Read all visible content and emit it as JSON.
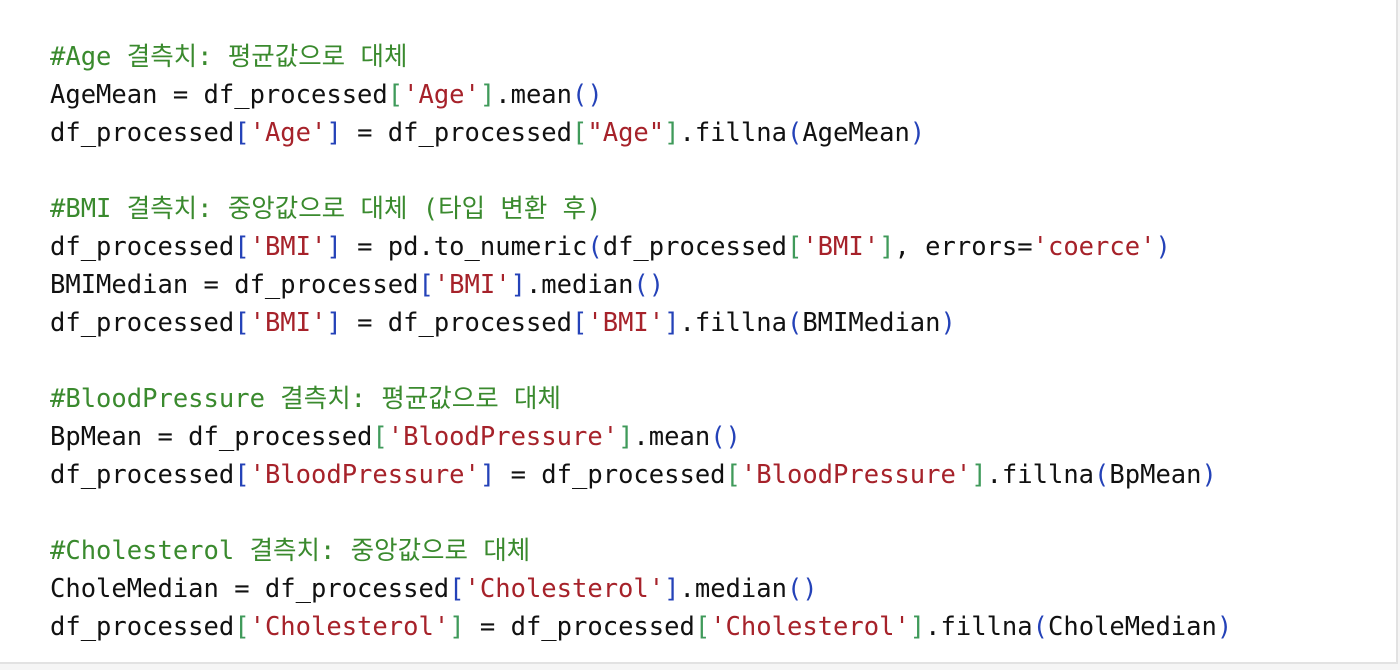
{
  "colors": {
    "comment": "#3a8a2e",
    "string": "#a6222a",
    "bracket": "#3f9a5a",
    "paren": "#2442b8",
    "text": "#111111",
    "background": "#ffffff"
  },
  "code": {
    "line_01": [
      {
        "t": "#Age 결측치: 평균값으로 대체",
        "c": "comment"
      }
    ],
    "line_02": [
      {
        "t": "AgeMean = df_processed",
        "c": ""
      },
      {
        "t": "[",
        "c": "gb"
      },
      {
        "t": "'Age'",
        "c": "str"
      },
      {
        "t": "]",
        "c": "gb"
      },
      {
        "t": ".mean",
        "c": ""
      },
      {
        "t": "()",
        "c": "bb"
      }
    ],
    "line_03": [
      {
        "t": "df_processed",
        "c": ""
      },
      {
        "t": "[",
        "c": "bb"
      },
      {
        "t": "'Age'",
        "c": "str"
      },
      {
        "t": "]",
        "c": "bb"
      },
      {
        "t": " = df_processed",
        "c": ""
      },
      {
        "t": "[",
        "c": "gb"
      },
      {
        "t": "\"Age\"",
        "c": "str"
      },
      {
        "t": "]",
        "c": "gb"
      },
      {
        "t": ".fillna",
        "c": ""
      },
      {
        "t": "(",
        "c": "bb"
      },
      {
        "t": "AgeMean",
        "c": ""
      },
      {
        "t": ")",
        "c": "bb"
      }
    ],
    "line_04": [],
    "line_05": [
      {
        "t": "#BMI 결측치: 중앙값으로 대체 (타입 변환 후)",
        "c": "comment"
      }
    ],
    "line_06": [
      {
        "t": "df_processed",
        "c": ""
      },
      {
        "t": "[",
        "c": "bb"
      },
      {
        "t": "'BMI'",
        "c": "str"
      },
      {
        "t": "]",
        "c": "bb"
      },
      {
        "t": " = pd.to_numeric",
        "c": ""
      },
      {
        "t": "(",
        "c": "bb"
      },
      {
        "t": "df_processed",
        "c": ""
      },
      {
        "t": "[",
        "c": "gb"
      },
      {
        "t": "'BMI'",
        "c": "str"
      },
      {
        "t": "]",
        "c": "gb"
      },
      {
        "t": ", errors=",
        "c": ""
      },
      {
        "t": "'coerce'",
        "c": "str"
      },
      {
        "t": ")",
        "c": "bb"
      }
    ],
    "line_07": [
      {
        "t": "BMIMedian = df_processed",
        "c": ""
      },
      {
        "t": "[",
        "c": "bb"
      },
      {
        "t": "'BMI'",
        "c": "str"
      },
      {
        "t": "]",
        "c": "bb"
      },
      {
        "t": ".median",
        "c": ""
      },
      {
        "t": "()",
        "c": "bb"
      }
    ],
    "line_08": [
      {
        "t": "df_processed",
        "c": ""
      },
      {
        "t": "[",
        "c": "bb"
      },
      {
        "t": "'BMI'",
        "c": "str"
      },
      {
        "t": "]",
        "c": "bb"
      },
      {
        "t": " = df_processed",
        "c": ""
      },
      {
        "t": "[",
        "c": "bb"
      },
      {
        "t": "'BMI'",
        "c": "str"
      },
      {
        "t": "]",
        "c": "bb"
      },
      {
        "t": ".fillna",
        "c": ""
      },
      {
        "t": "(",
        "c": "bb"
      },
      {
        "t": "BMIMedian",
        "c": ""
      },
      {
        "t": ")",
        "c": "bb"
      }
    ],
    "line_09": [],
    "line_10": [
      {
        "t": "#BloodPressure 결측치: 평균값으로 대체",
        "c": "comment"
      }
    ],
    "line_11": [
      {
        "t": "BpMean = df_processed",
        "c": ""
      },
      {
        "t": "[",
        "c": "gb"
      },
      {
        "t": "'BloodPressure'",
        "c": "str"
      },
      {
        "t": "]",
        "c": "gb"
      },
      {
        "t": ".mean",
        "c": ""
      },
      {
        "t": "()",
        "c": "bb"
      }
    ],
    "line_12": [
      {
        "t": "df_processed",
        "c": ""
      },
      {
        "t": "[",
        "c": "bb"
      },
      {
        "t": "'BloodPressure'",
        "c": "str"
      },
      {
        "t": "]",
        "c": "bb"
      },
      {
        "t": " = df_processed",
        "c": ""
      },
      {
        "t": "[",
        "c": "gb"
      },
      {
        "t": "'BloodPressure'",
        "c": "str"
      },
      {
        "t": "]",
        "c": "gb"
      },
      {
        "t": ".fillna",
        "c": ""
      },
      {
        "t": "(",
        "c": "bb"
      },
      {
        "t": "BpMean",
        "c": ""
      },
      {
        "t": ")",
        "c": "bb"
      }
    ],
    "line_13": [],
    "line_14": [
      {
        "t": "#Cholesterol 결측치: 중앙값으로 대체",
        "c": "comment"
      }
    ],
    "line_15": [
      {
        "t": "CholeMedian = df_processed",
        "c": ""
      },
      {
        "t": "[",
        "c": "bb"
      },
      {
        "t": "'Cholesterol'",
        "c": "str"
      },
      {
        "t": "]",
        "c": "bb"
      },
      {
        "t": ".median",
        "c": ""
      },
      {
        "t": "()",
        "c": "bb"
      }
    ],
    "line_16": [
      {
        "t": "df_processed",
        "c": ""
      },
      {
        "t": "[",
        "c": "gb"
      },
      {
        "t": "'Cholesterol'",
        "c": "str"
      },
      {
        "t": "]",
        "c": "gb"
      },
      {
        "t": " = df_processed",
        "c": ""
      },
      {
        "t": "[",
        "c": "gb"
      },
      {
        "t": "'Cholesterol'",
        "c": "str"
      },
      {
        "t": "]",
        "c": "gb"
      },
      {
        "t": ".fillna",
        "c": ""
      },
      {
        "t": "(",
        "c": "bb"
      },
      {
        "t": "CholeMedian",
        "c": ""
      },
      {
        "t": ")",
        "c": "bb"
      }
    ]
  }
}
